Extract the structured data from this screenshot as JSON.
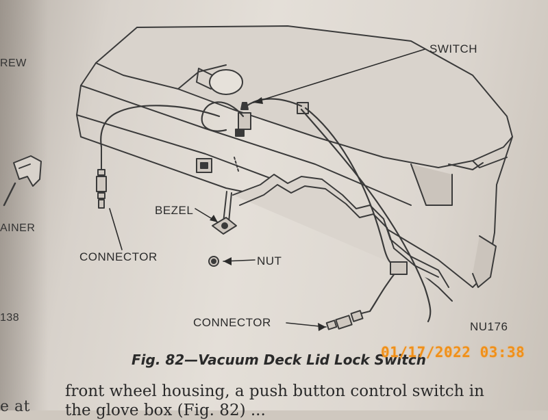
{
  "figure": {
    "labels": {
      "switch": "SWITCH",
      "bezel": "BEZEL",
      "connector_left": "CONNECTOR",
      "nut": "NUT",
      "connector_bottom": "CONNECTOR",
      "figure_code": "NU176"
    },
    "caption": "Fig. 82—Vacuum Deck Lid Lock Switch"
  },
  "left_margin_fragments": [
    "REW",
    "AINER",
    "138",
    "e at"
  ],
  "body_text": {
    "line1": "front wheel housing, a push button control switch in",
    "line2": "the glove box (Fig. 82) ..."
  },
  "date_stamp": "01/17/2022 03:38",
  "colors": {
    "paper": "#e2ddd6",
    "ink": "#2b2b2b",
    "stamp": "#f0901a"
  }
}
